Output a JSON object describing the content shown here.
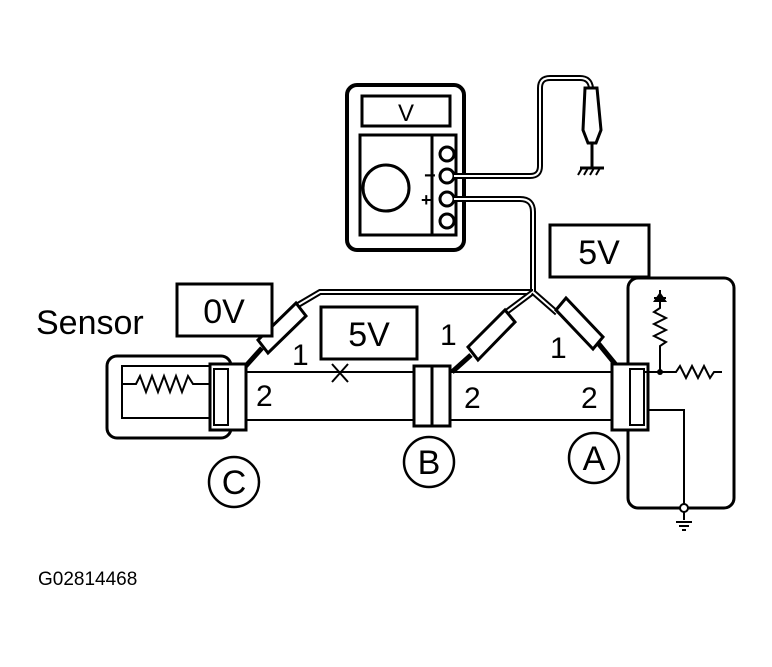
{
  "meter": {
    "display": "V",
    "minus": "−",
    "plus": "+"
  },
  "labels": {
    "sensor": "Sensor",
    "reading_c": "0V",
    "reading_b": "5V",
    "reading_a": "5V"
  },
  "pins": {
    "c1": "1",
    "c2": "2",
    "b1": "1",
    "b2": "2",
    "a1": "1",
    "a2": "2"
  },
  "connectors": {
    "c": "C",
    "b": "B",
    "a": "A"
  },
  "figure_code": "G02814468"
}
